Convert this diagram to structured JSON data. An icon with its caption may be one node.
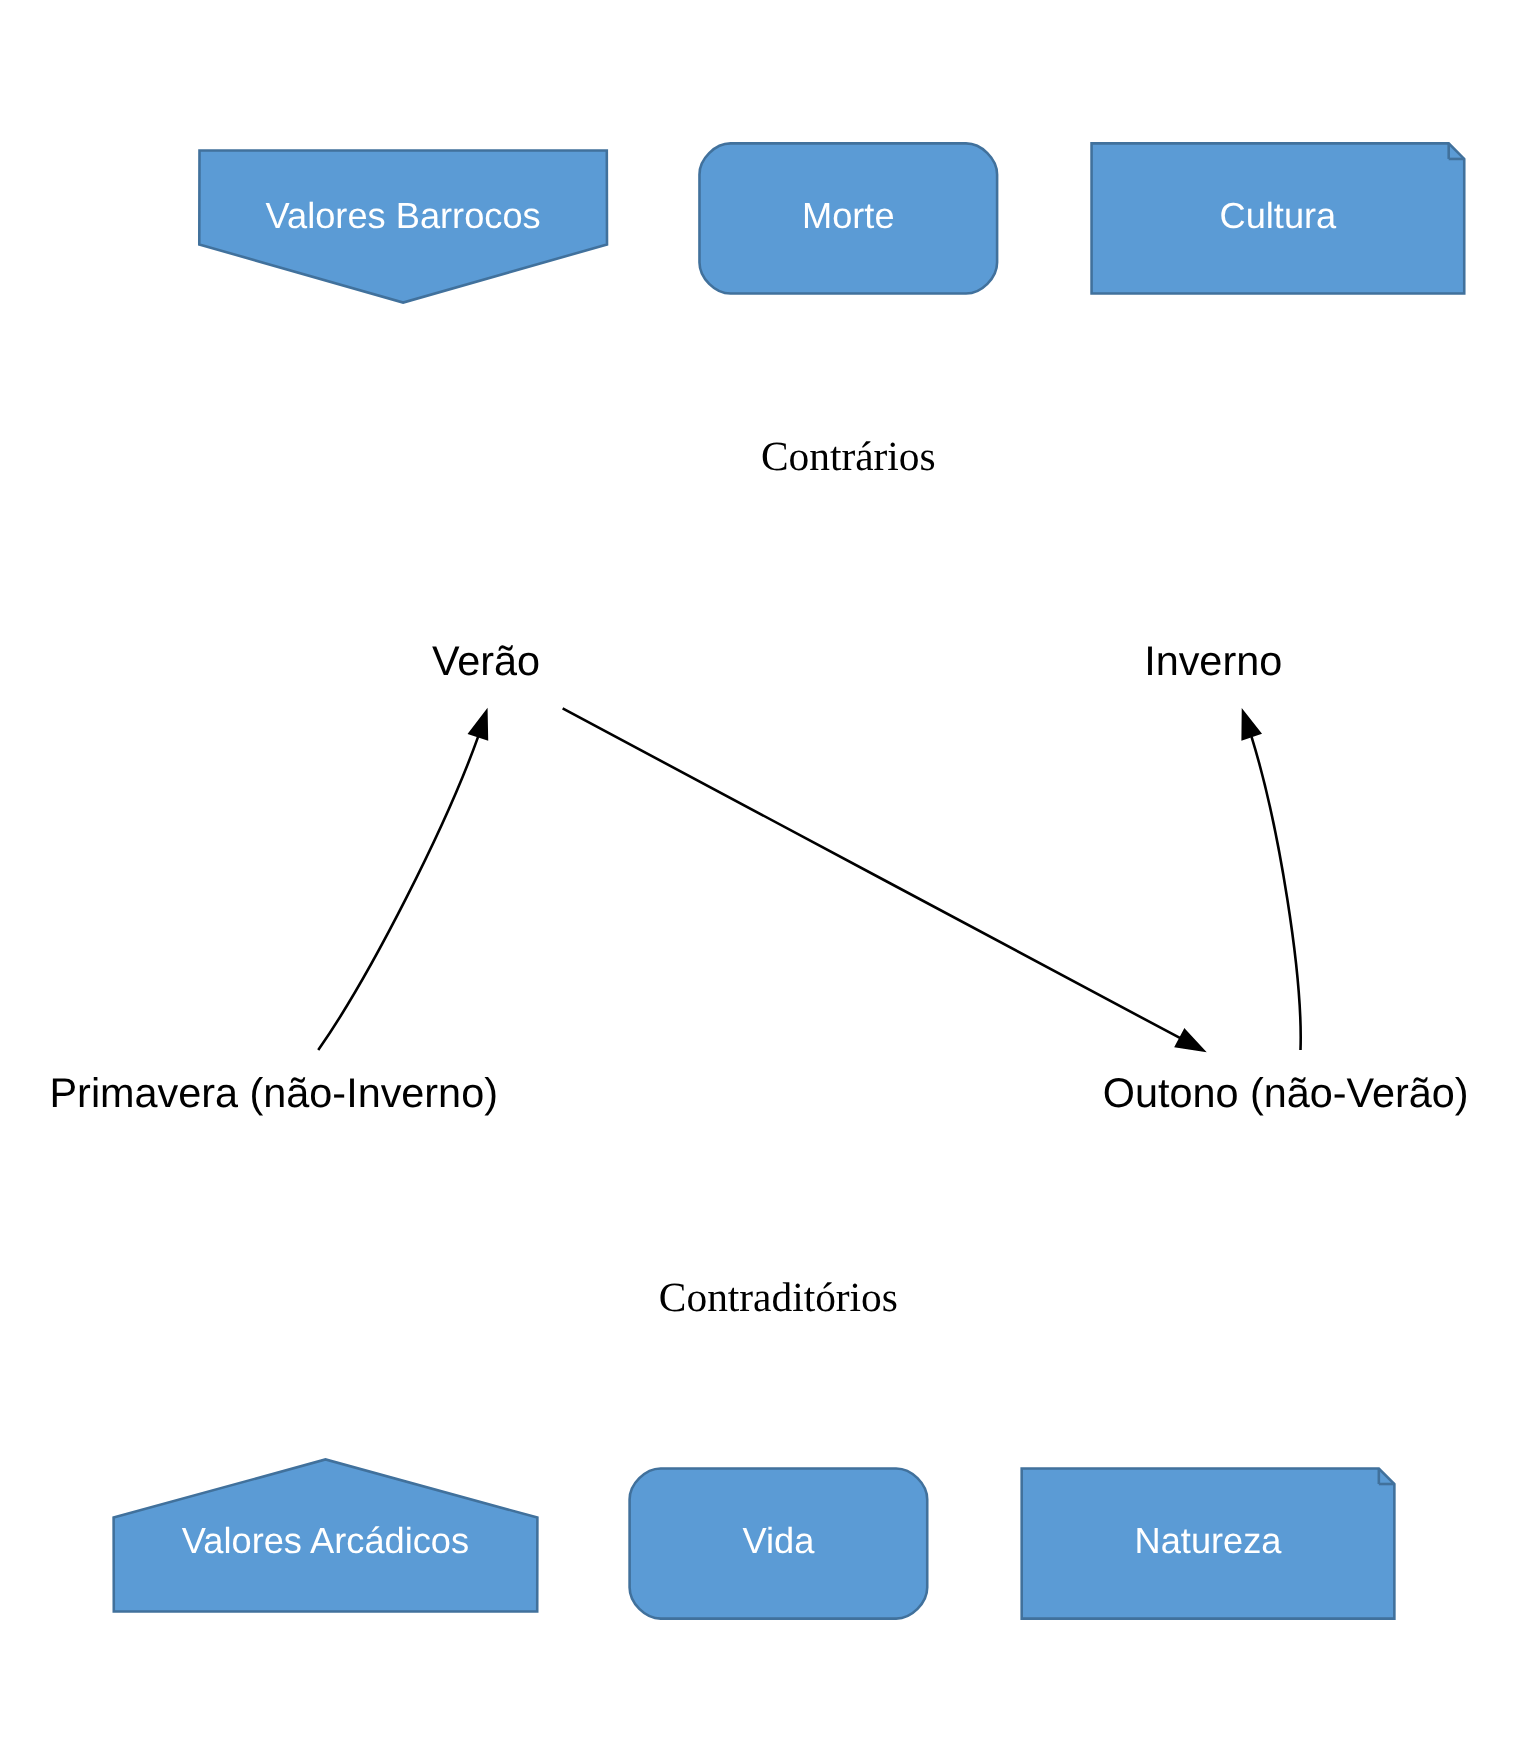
{
  "diagram": {
    "nodes": [
      {
        "text": [
          "Valores Barrocos"
        ]
      },
      {
        "text": [
          "Morte"
        ]
      },
      {
        "text": [
          "Cultura"
        ]
      },
      {
        "text": [
          "Verão"
        ]
      },
      {
        "text": [
          "Inverno"
        ]
      },
      {
        "text": [
          "Primavera (não-Inverno)"
        ]
      },
      {
        "text": [
          "Outono (não-Verão)"
        ]
      },
      {
        "text": [
          "Valores Arcádicos"
        ]
      },
      {
        "text": [
          "Vida"
        ]
      },
      {
        "text": [
          "Natureza"
        ]
      }
    ],
    "edges": [
      {
        "from": 5,
        "to": 3,
        "arrow": "to"
      },
      {
        "from": 3,
        "to": 6,
        "arrow": "to"
      },
      {
        "from": 6,
        "to": 4,
        "arrow": "to"
      }
    ],
    "labels": [
      "Contrários",
      "Contraditórios"
    ]
  }
}
